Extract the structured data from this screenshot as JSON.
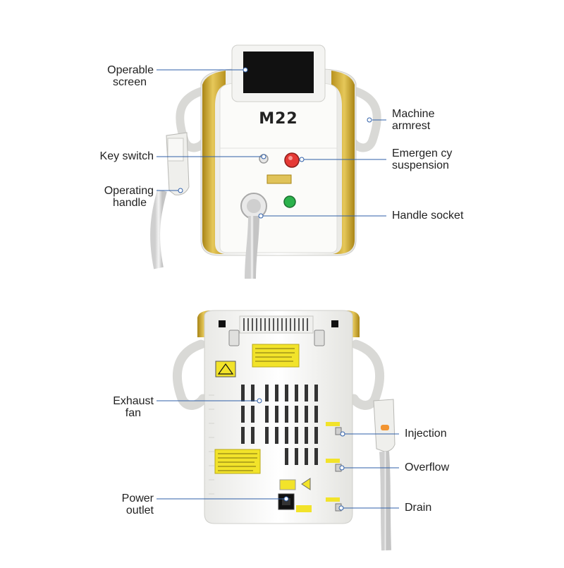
{
  "colors": {
    "gold": "#c9a227",
    "gold_dark": "#a98516",
    "body_white": "#f7f7f5",
    "screen": "#111111",
    "leader_line": "#2f5fa8",
    "label_text": "#222222",
    "warning_yellow": "#f2e32a",
    "stop_red": "#e53935",
    "start_green": "#2bb24c"
  },
  "front_view": {
    "brand_text": "M22",
    "labels": {
      "operable_screen": [
        "Operable",
        "screen"
      ],
      "key_switch": [
        "Key switch"
      ],
      "operating_handle": [
        "Operating",
        "handle"
      ],
      "machine_armrest": [
        "Machine",
        "armrest"
      ],
      "emergency_suspension": [
        "Emergen cy",
        "suspension"
      ],
      "handle_socket": [
        "Handle socket"
      ]
    }
  },
  "rear_view": {
    "labels": {
      "exhaust_fan": [
        "Exhaust",
        "fan"
      ],
      "power_outlet": [
        "Power",
        "outlet"
      ],
      "injection": [
        "Injection"
      ],
      "overflow": [
        "Overflow"
      ],
      "drain": [
        "Drain"
      ]
    }
  }
}
